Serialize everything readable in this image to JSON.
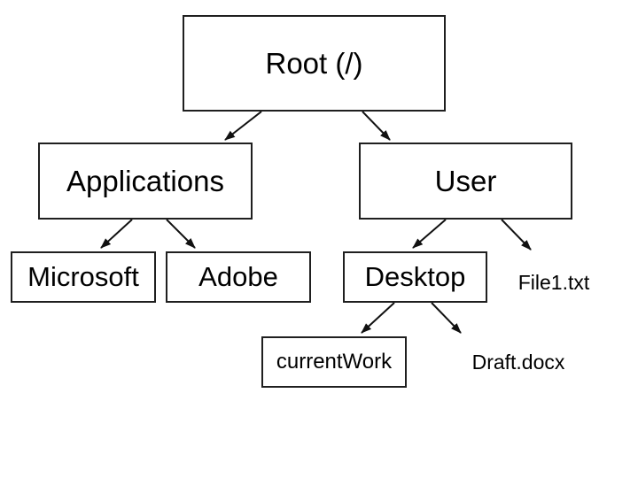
{
  "diagram": {
    "kind": "file-system-tree",
    "colors": {
      "background": "#ffffff",
      "box_fill": "#ffffff",
      "box_border": "#1f1f1f",
      "text": "#000000",
      "arrow": "#111111"
    }
  },
  "nodes": {
    "root": {
      "label": "Root (/)",
      "type": "folder-box"
    },
    "applications": {
      "label": "Applications",
      "type": "folder-box"
    },
    "user": {
      "label": "User",
      "type": "folder-box"
    },
    "microsoft": {
      "label": "Microsoft",
      "type": "folder-box"
    },
    "adobe": {
      "label": "Adobe",
      "type": "folder-box"
    },
    "desktop": {
      "label": "Desktop",
      "type": "folder-box"
    },
    "currentwork": {
      "label": "currentWork",
      "type": "folder-box"
    },
    "file1": {
      "label": "File1.txt",
      "type": "file-label"
    },
    "draft": {
      "label": "Draft.docx",
      "type": "file-label"
    }
  },
  "edges": [
    {
      "from": "root",
      "to": "applications"
    },
    {
      "from": "root",
      "to": "user"
    },
    {
      "from": "applications",
      "to": "microsoft"
    },
    {
      "from": "applications",
      "to": "adobe"
    },
    {
      "from": "user",
      "to": "desktop"
    },
    {
      "from": "user",
      "to": "file1"
    },
    {
      "from": "desktop",
      "to": "currentwork"
    },
    {
      "from": "desktop",
      "to": "draft"
    }
  ]
}
